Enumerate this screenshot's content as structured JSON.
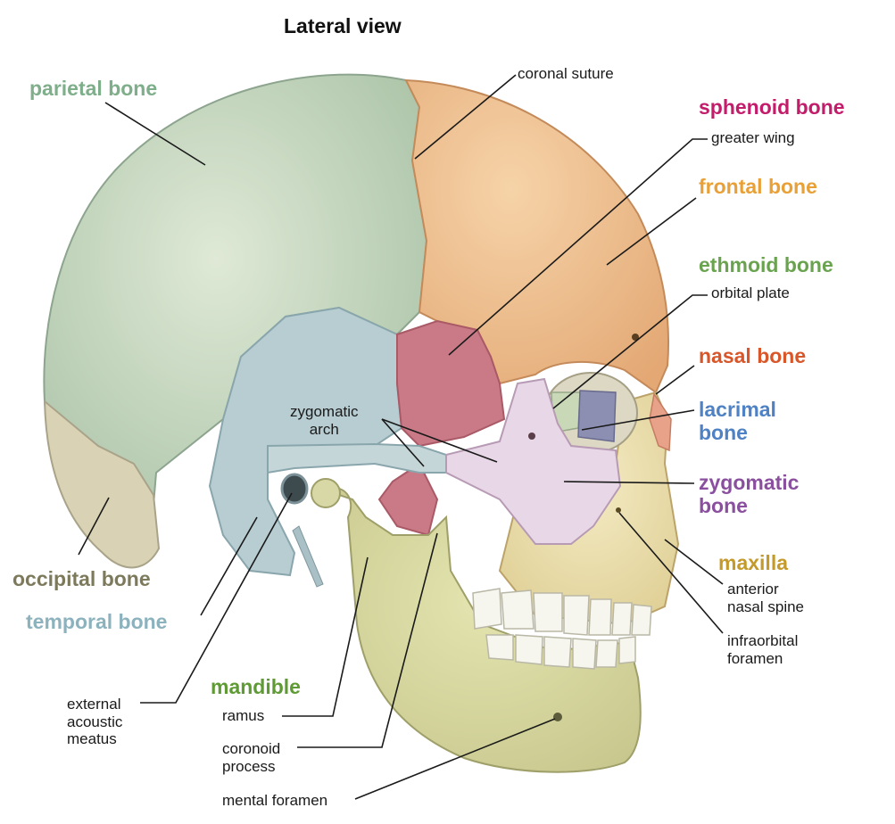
{
  "title": "Lateral view",
  "colors": {
    "parietal": "#7fae8a",
    "sphenoid": "#c21c6a",
    "frontal": "#e8a037",
    "ethmoid": "#6aa34f",
    "nasal": "#d8572a",
    "lacrimal": "#4f82c4",
    "zygomatic": "#8a4f9e",
    "maxilla": "#c49a2a",
    "occipital": "#7d7a5c",
    "temporal": "#8cb2be",
    "mandible": "#5e9b34",
    "leader": "#1a1a1a"
  },
  "labels": {
    "parietal_bone": "parietal bone",
    "coronal_suture": "coronal suture",
    "sphenoid_bone": "sphenoid bone",
    "greater_wing": "greater wing",
    "frontal_bone": "frontal bone",
    "ethmoid_bone": "ethmoid bone",
    "orbital_plate": "orbital plate",
    "nasal_bone": "nasal bone",
    "lacrimal_bone": "lacrimal\nbone",
    "zygomatic_arch": "zygomatic\narch",
    "zygomatic_bone": "zygomatic\nbone",
    "maxilla": "maxilla",
    "anterior_nasal_spine": "anterior\nnasal spine",
    "infraorbital_foramen": "infraorbital\nforamen",
    "occipital_bone": "occipital bone",
    "temporal_bone": "temporal bone",
    "mandible": "mandible",
    "external_acoustic_meatus": "external\nacoustic\nmeatus",
    "ramus": "ramus",
    "coronoid_process": "coronoid\nprocess",
    "mental_foramen": "mental foramen"
  }
}
